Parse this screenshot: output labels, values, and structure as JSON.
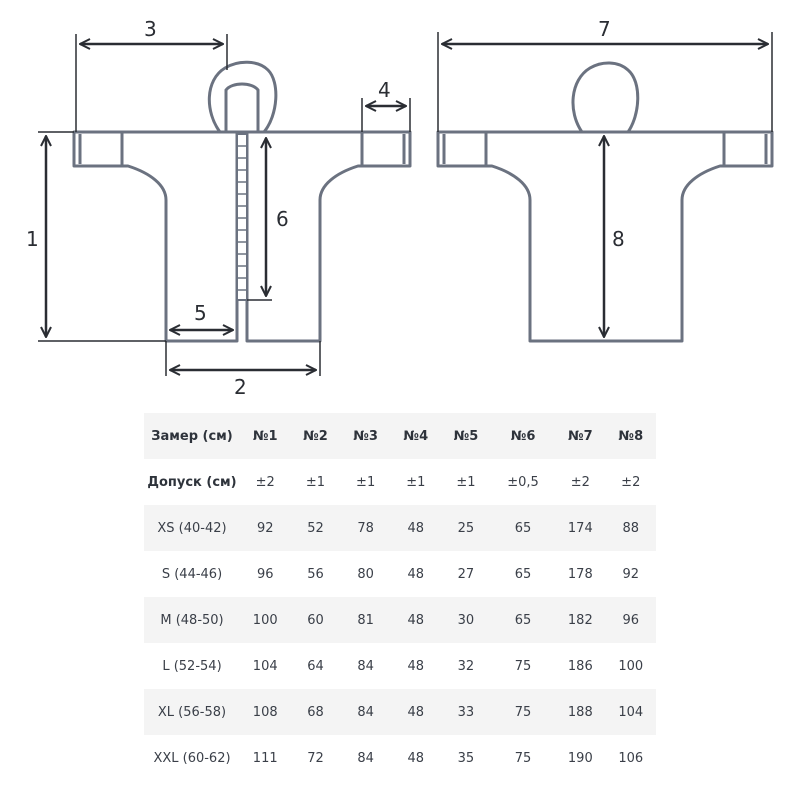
{
  "diagram": {
    "measure_labels": [
      "1",
      "2",
      "3",
      "4",
      "5",
      "6",
      "7",
      "8"
    ]
  },
  "table": {
    "header": [
      "Замер (см)",
      "№1",
      "№2",
      "№3",
      "№4",
      "№5",
      "№6",
      "№7",
      "№8"
    ],
    "tolerance": [
      "Допуск (см)",
      "±2",
      "±1",
      "±1",
      "±1",
      "±1",
      "±0,5",
      "±2",
      "±2"
    ],
    "rows": [
      [
        "XS (40-42)",
        "92",
        "52",
        "78",
        "48",
        "25",
        "65",
        "174",
        "88"
      ],
      [
        "S (44-46)",
        "96",
        "56",
        "80",
        "48",
        "27",
        "65",
        "178",
        "92"
      ],
      [
        "M (48-50)",
        "100",
        "60",
        "81",
        "48",
        "30",
        "65",
        "182",
        "96"
      ],
      [
        "L (52-54)",
        "104",
        "64",
        "84",
        "48",
        "32",
        "75",
        "186",
        "100"
      ],
      [
        "XL (56-58)",
        "108",
        "68",
        "84",
        "48",
        "33",
        "75",
        "188",
        "104"
      ],
      [
        "XXL (60-62)",
        "111",
        "72",
        "84",
        "48",
        "35",
        "75",
        "190",
        "106"
      ]
    ]
  },
  "colors": {
    "outline": "#6b7280",
    "dimension": "#2a2d33",
    "row_stripe": "#f4f4f4"
  }
}
